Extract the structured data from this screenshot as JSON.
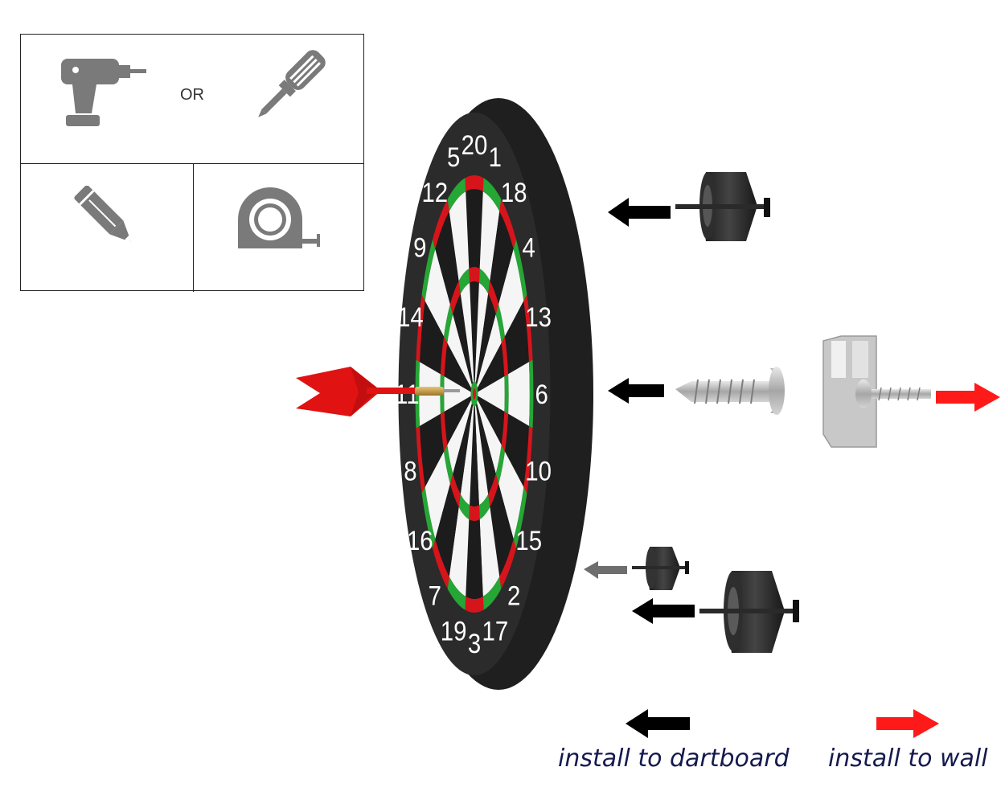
{
  "tools": {
    "or_text": "OR",
    "icons": [
      "drill-icon",
      "screwdriver-icon",
      "pencil-icon",
      "tape-measure-icon"
    ]
  },
  "dartboard": {
    "numbers": [
      "20",
      "1",
      "18",
      "4",
      "13",
      "6",
      "10",
      "15",
      "2",
      "17",
      "3",
      "19",
      "7",
      "16",
      "8",
      "11",
      "14",
      "9",
      "12",
      "5"
    ],
    "colors": {
      "rim": "#2b2b2b",
      "black": "#1c1c1c",
      "white": "#f5f5f5",
      "red": "#d6141b",
      "green": "#26a635"
    }
  },
  "legend": {
    "dartboard_label": "install to dartboard",
    "wall_label": "install to wall",
    "dartboard_arrow_color": "#000000",
    "wall_arrow_color": "#ff1a1a"
  }
}
